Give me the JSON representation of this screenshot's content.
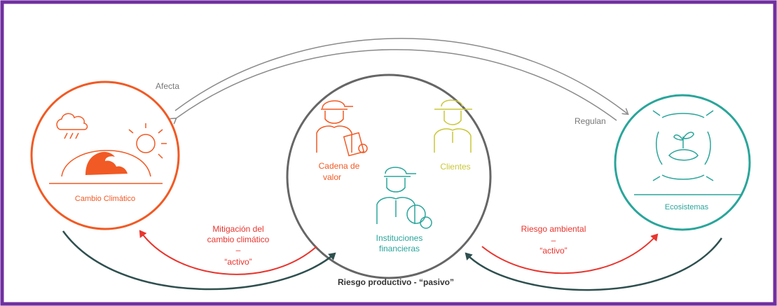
{
  "labels": {
    "afecta": "Afecta",
    "regulan": "Regulan",
    "cambio_climatico": "Cambio Climático",
    "ecosistemas": "Ecosistemas",
    "cadena_line1": "Cadena de",
    "cadena_line2": "valor",
    "clientes": "Clientes",
    "instituciones_line1": "Instituciones",
    "instituciones_line2": "financieras",
    "mitigacion_line1": "Mitigación del",
    "mitigacion_line2": "cambio climático",
    "mitigacion_dash": "–",
    "mitigacion_activo": "“activo”",
    "riesgo_amb_line1": "Riesgo ambiental",
    "riesgo_amb_dash": "–",
    "riesgo_amb_activo": "“activo”",
    "riesgo_productivo": "Riesgo productivo - “pasivo”"
  },
  "colors": {
    "frame": "#7030a0",
    "climate": "#f15a24",
    "ecosystem": "#2aa59b",
    "center": "#666666",
    "red_arrow": "#e8352e",
    "dark_arrow": "#2f4f4f",
    "grey_arrow": "#8a8a8a",
    "client": "#c9c73a"
  },
  "icons": [
    "rain-cloud-icon",
    "sun-icon",
    "wave-icon",
    "farmer-clipboard-icon",
    "farmer-hat-icon",
    "banker-money-icon",
    "plant-hand-icon"
  ]
}
